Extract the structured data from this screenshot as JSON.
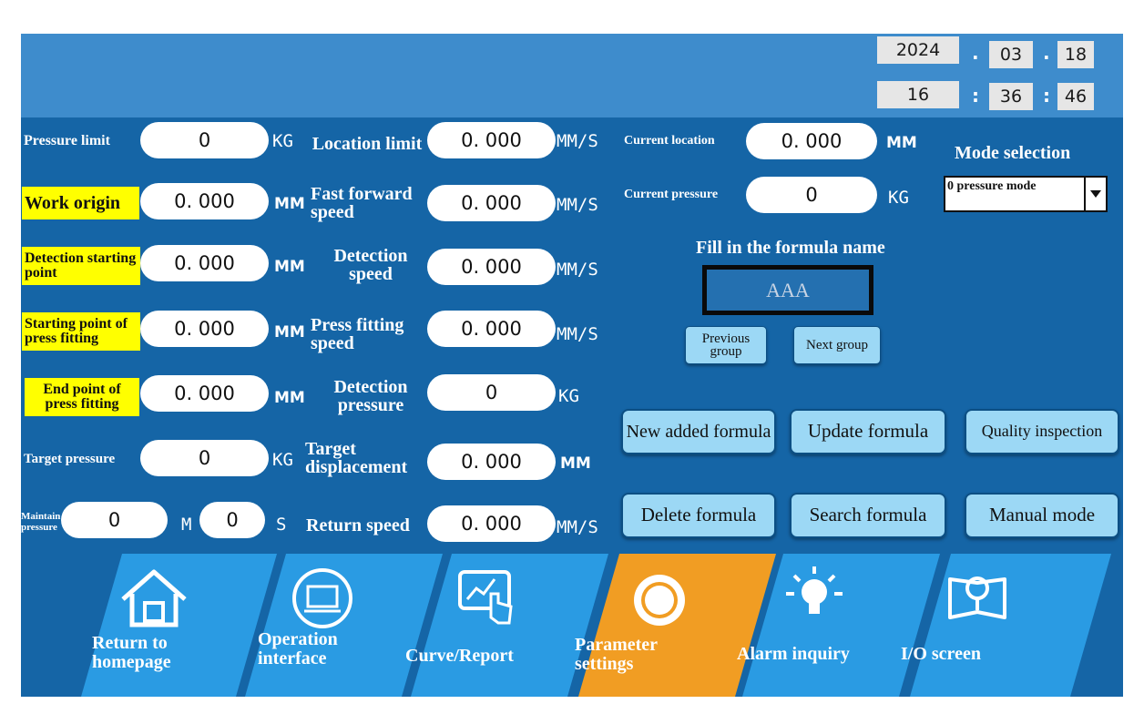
{
  "datetime": {
    "year": "2024",
    "month": "03",
    "day": "18",
    "hour": "16",
    "minute": "36",
    "second": "46",
    "date_sep": ".",
    "time_sep": ":"
  },
  "params": {
    "pressure_limit": {
      "label": "Pressure limit",
      "value": "0",
      "unit": "KG"
    },
    "work_origin": {
      "label": "Work origin",
      "value": "0. 000",
      "unit": "MM"
    },
    "detection_starting_point": {
      "label": "Detection starting point",
      "value": "0. 000",
      "unit": "MM"
    },
    "starting_point_press_fitting": {
      "label": "Starting point of press fitting",
      "value": "0. 000",
      "unit": "MM"
    },
    "end_point_press_fitting": {
      "label": "End point of press fitting",
      "value": "0. 000",
      "unit": "MM"
    },
    "target_pressure": {
      "label": "Target pressure",
      "value": "0",
      "unit": "KG"
    },
    "maintain_pressure": {
      "label": "Maintain pressure",
      "minutes": "0",
      "min_unit": "M",
      "seconds": "0",
      "sec_unit": "S"
    },
    "location_limit": {
      "label": "Location limit",
      "value": "0. 000",
      "unit": "MM/S"
    },
    "fast_forward_speed": {
      "label": "Fast forward speed",
      "value": "0. 000",
      "unit": "MM/S"
    },
    "detection_speed": {
      "label": "Detection speed",
      "value": "0. 000",
      "unit": "MM/S"
    },
    "press_fitting_speed": {
      "label": "Press fitting speed",
      "value": "0. 000",
      "unit": "MM/S"
    },
    "detection_pressure": {
      "label": "Detection pressure",
      "value": "0",
      "unit": "KG"
    },
    "target_displacement": {
      "label": "Target displacement",
      "value": "0. 000",
      "unit": "MM"
    },
    "return_speed": {
      "label": "Return speed",
      "value": "0. 000",
      "unit": "MM/S"
    }
  },
  "status": {
    "current_location": {
      "label": "Current location",
      "value": "0. 000",
      "unit": "MM"
    },
    "current_pressure": {
      "label": "Current pressure",
      "value": "0",
      "unit": "KG"
    }
  },
  "mode": {
    "label": "Mode selection",
    "selected": "0 pressure mode"
  },
  "formula": {
    "label": "Fill in the formula name",
    "name": "AAA",
    "prev_label": "Previous group",
    "next_label": "Next group"
  },
  "buttons": {
    "new_formula": "New added formula",
    "update_formula": "Update formula",
    "quality_inspection": "Quality inspection",
    "delete_formula": "Delete formula",
    "search_formula": "Search formula",
    "manual_mode": "Manual mode"
  },
  "nav": [
    {
      "label": "Return to homepage",
      "icon": "home-icon"
    },
    {
      "label": "Operation interface",
      "icon": "monitor-icon"
    },
    {
      "label": "Curve/Report",
      "icon": "chart-touch-icon"
    },
    {
      "label": "Parameter settings",
      "icon": "gear-icon",
      "active": true
    },
    {
      "label": "Alarm inquiry",
      "icon": "lightbulb-icon"
    },
    {
      "label": "I/O screen",
      "icon": "book-bulb-icon"
    }
  ],
  "colors": {
    "background": "#1565a6",
    "topbar": "#3e8ccc",
    "highlight": "#ffff00",
    "button": "#9cd8f5",
    "nav": "#2a9be3",
    "nav_active": "#f19d23"
  }
}
